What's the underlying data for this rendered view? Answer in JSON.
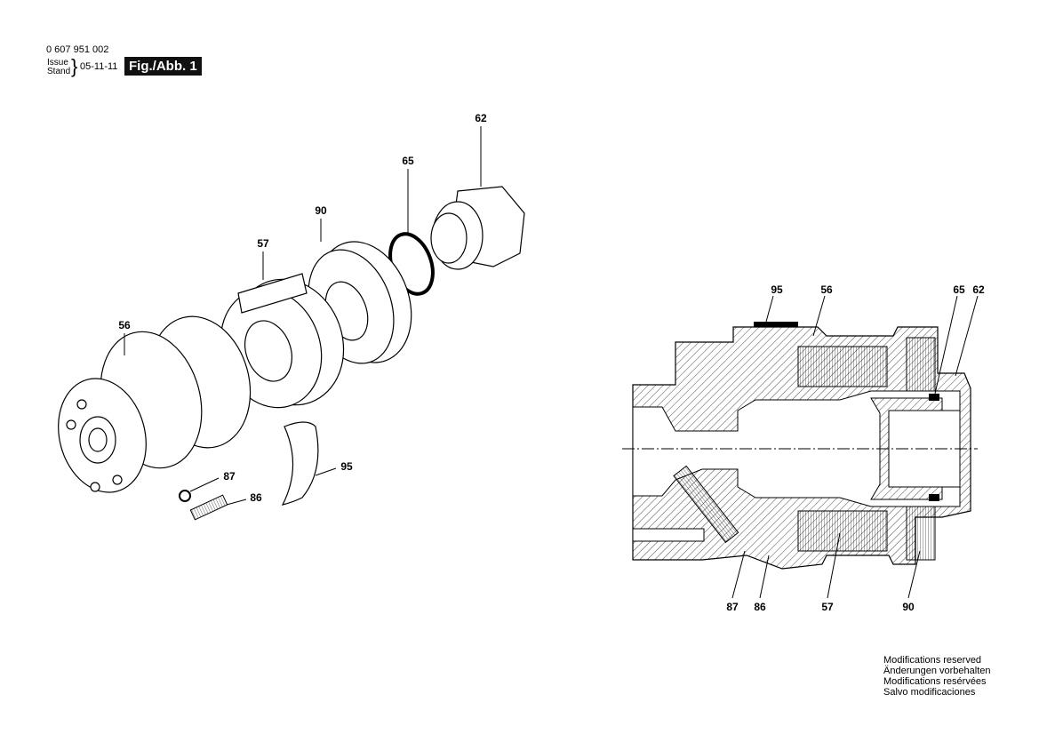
{
  "header": {
    "doc_number": "0 607 951 002",
    "issue_label": "Issue",
    "stand_label": "Stand",
    "date": "05-11-11",
    "figure": "Fig./Abb. 1"
  },
  "exploded_view": {
    "labels": [
      "62",
      "65",
      "90",
      "57",
      "56",
      "87",
      "95",
      "86"
    ]
  },
  "section_view": {
    "top_labels": [
      "95",
      "56",
      "65",
      "62"
    ],
    "bottom_labels": [
      "87",
      "86",
      "57",
      "90"
    ]
  },
  "footer": {
    "notes": [
      "Modifications reserved",
      "Änderungen vorbehalten",
      "Modifications resérvées",
      "Salvo modificaciones"
    ]
  }
}
